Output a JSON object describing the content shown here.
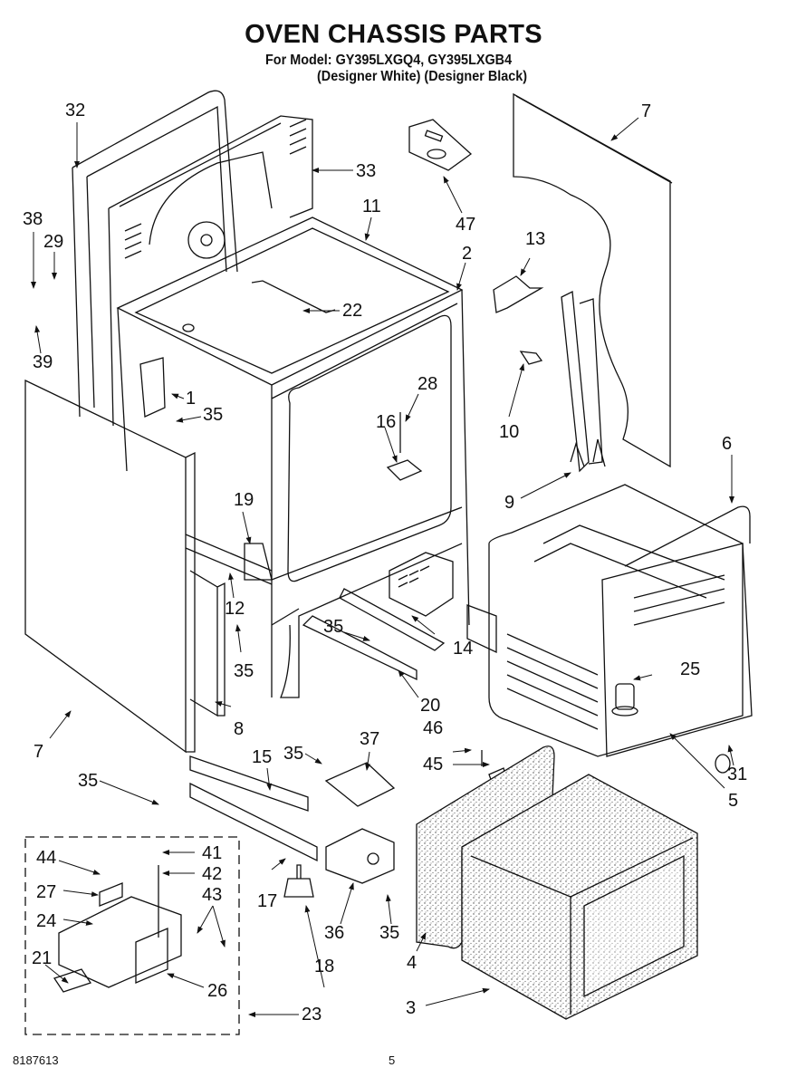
{
  "header": {
    "title": "OVEN CHASSIS PARTS",
    "model_line": "For Model: GY395LXGQ4, GY395LXGB4",
    "variant_line": "(Designer White) (Designer Black)"
  },
  "callouts": [
    {
      "id": "c32",
      "label": "32"
    },
    {
      "id": "c33",
      "label": "33"
    },
    {
      "id": "c38",
      "label": "38"
    },
    {
      "id": "c29",
      "label": "29"
    },
    {
      "id": "c39",
      "label": "39"
    },
    {
      "id": "c11",
      "label": "11"
    },
    {
      "id": "c22",
      "label": "22"
    },
    {
      "id": "c1",
      "label": "1"
    },
    {
      "id": "c35a",
      "label": "35"
    },
    {
      "id": "c47",
      "label": "47"
    },
    {
      "id": "c7a",
      "label": "7"
    },
    {
      "id": "c2",
      "label": "2"
    },
    {
      "id": "c13",
      "label": "13"
    },
    {
      "id": "c10",
      "label": "10"
    },
    {
      "id": "c28",
      "label": "28"
    },
    {
      "id": "c16",
      "label": "16"
    },
    {
      "id": "c9",
      "label": "9"
    },
    {
      "id": "c6",
      "label": "6"
    },
    {
      "id": "c19",
      "label": "19"
    },
    {
      "id": "c12",
      "label": "12"
    },
    {
      "id": "c35b",
      "label": "35"
    },
    {
      "id": "c35c",
      "label": "35"
    },
    {
      "id": "c14",
      "label": "14"
    },
    {
      "id": "c20",
      "label": "20"
    },
    {
      "id": "c25",
      "label": "25"
    },
    {
      "id": "c8",
      "label": "8"
    },
    {
      "id": "c7b",
      "label": "7"
    },
    {
      "id": "c46",
      "label": "46"
    },
    {
      "id": "c45",
      "label": "45"
    },
    {
      "id": "c31",
      "label": "31"
    },
    {
      "id": "c5",
      "label": "5"
    },
    {
      "id": "c35d",
      "label": "35"
    },
    {
      "id": "c15",
      "label": "15"
    },
    {
      "id": "c35e",
      "label": "35"
    },
    {
      "id": "c37",
      "label": "37"
    },
    {
      "id": "c44",
      "label": "44"
    },
    {
      "id": "c41",
      "label": "41"
    },
    {
      "id": "c42",
      "label": "42"
    },
    {
      "id": "c27",
      "label": "27"
    },
    {
      "id": "c43",
      "label": "43"
    },
    {
      "id": "c24",
      "label": "24"
    },
    {
      "id": "c17",
      "label": "17"
    },
    {
      "id": "c36",
      "label": "36"
    },
    {
      "id": "c35f",
      "label": "35"
    },
    {
      "id": "c21",
      "label": "21"
    },
    {
      "id": "c26",
      "label": "26"
    },
    {
      "id": "c18",
      "label": "18"
    },
    {
      "id": "c4",
      "label": "4"
    },
    {
      "id": "c23",
      "label": "23"
    },
    {
      "id": "c3",
      "label": "3"
    }
  ],
  "footer": {
    "doc_number": "8187613",
    "page_number": "5"
  }
}
